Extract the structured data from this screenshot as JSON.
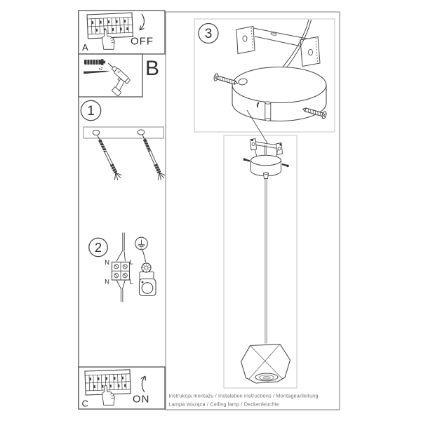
{
  "colors": {
    "ink": "#3f3f3f",
    "panel_border": "#5f5f5f",
    "outer_frame": "#929292",
    "inner_frame": "#c6c6c6",
    "footer_text": "#6f6f6f"
  },
  "panels": {
    "a": {
      "label": "A",
      "state": "OFF"
    },
    "b": {
      "label": "B",
      "quantity": "x2"
    },
    "n1": {
      "number": "1"
    },
    "n2": {
      "number": "2",
      "wiring_labels": {
        "top_left": "N",
        "top_right": "L",
        "bottom_left": "N",
        "bottom_right": "L"
      }
    },
    "n3": {
      "number": "3"
    },
    "c": {
      "label": "C",
      "state": "ON"
    }
  },
  "footer": {
    "line1": "Instrukcja montażu / Instalation instructions / Montageanleitung",
    "line2": "Lampa wisząca / Ceiling lamp / Deckenleuchte"
  },
  "icons": {
    "fuse_box": "breaker-panel-grid",
    "hand": "pointing-hand",
    "arrow_down": "curved-arrow-down",
    "arrow_up": "curved-arrow-up",
    "wall_plug": "wall-anchor",
    "drill_bit": "drill-bit",
    "drill": "power-drill",
    "ground": "earth-ground-symbol",
    "lamp": "pendant-lamp"
  }
}
